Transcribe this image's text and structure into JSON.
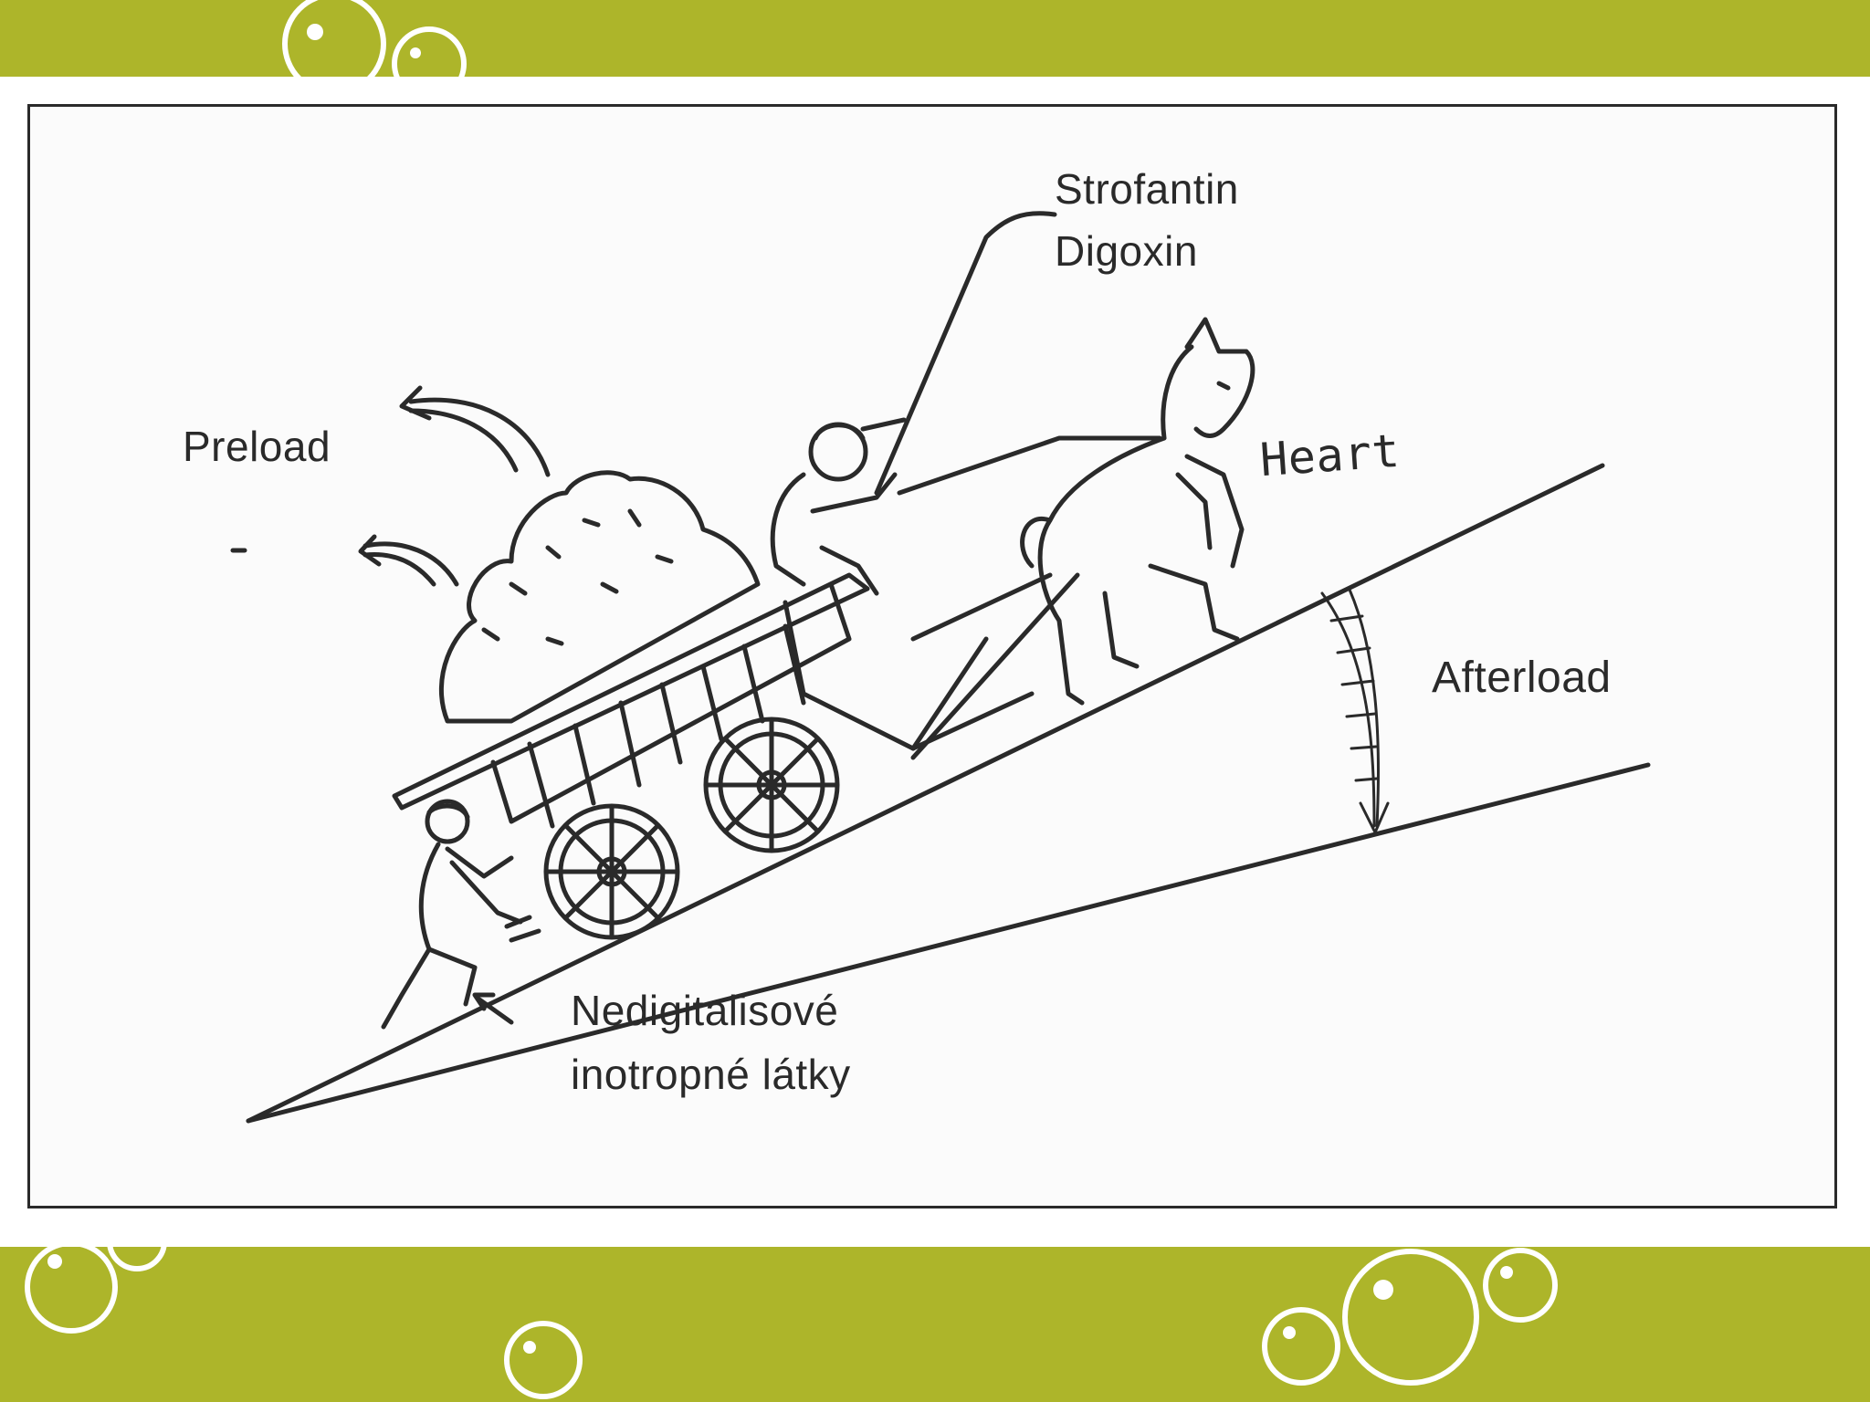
{
  "colors": {
    "band": "#adb52a",
    "bubble": "#ffffff",
    "ink": "#2a2a2a",
    "panel": "#fbfbfb"
  },
  "labels": {
    "strofantin": "Strofantin",
    "digoxin": "Digoxin",
    "preload": "Preload",
    "heart": "Heart",
    "afterload": "Afterload",
    "nedigitalisove": "Nedigitalisové",
    "inotropne": "inotropné látky"
  }
}
